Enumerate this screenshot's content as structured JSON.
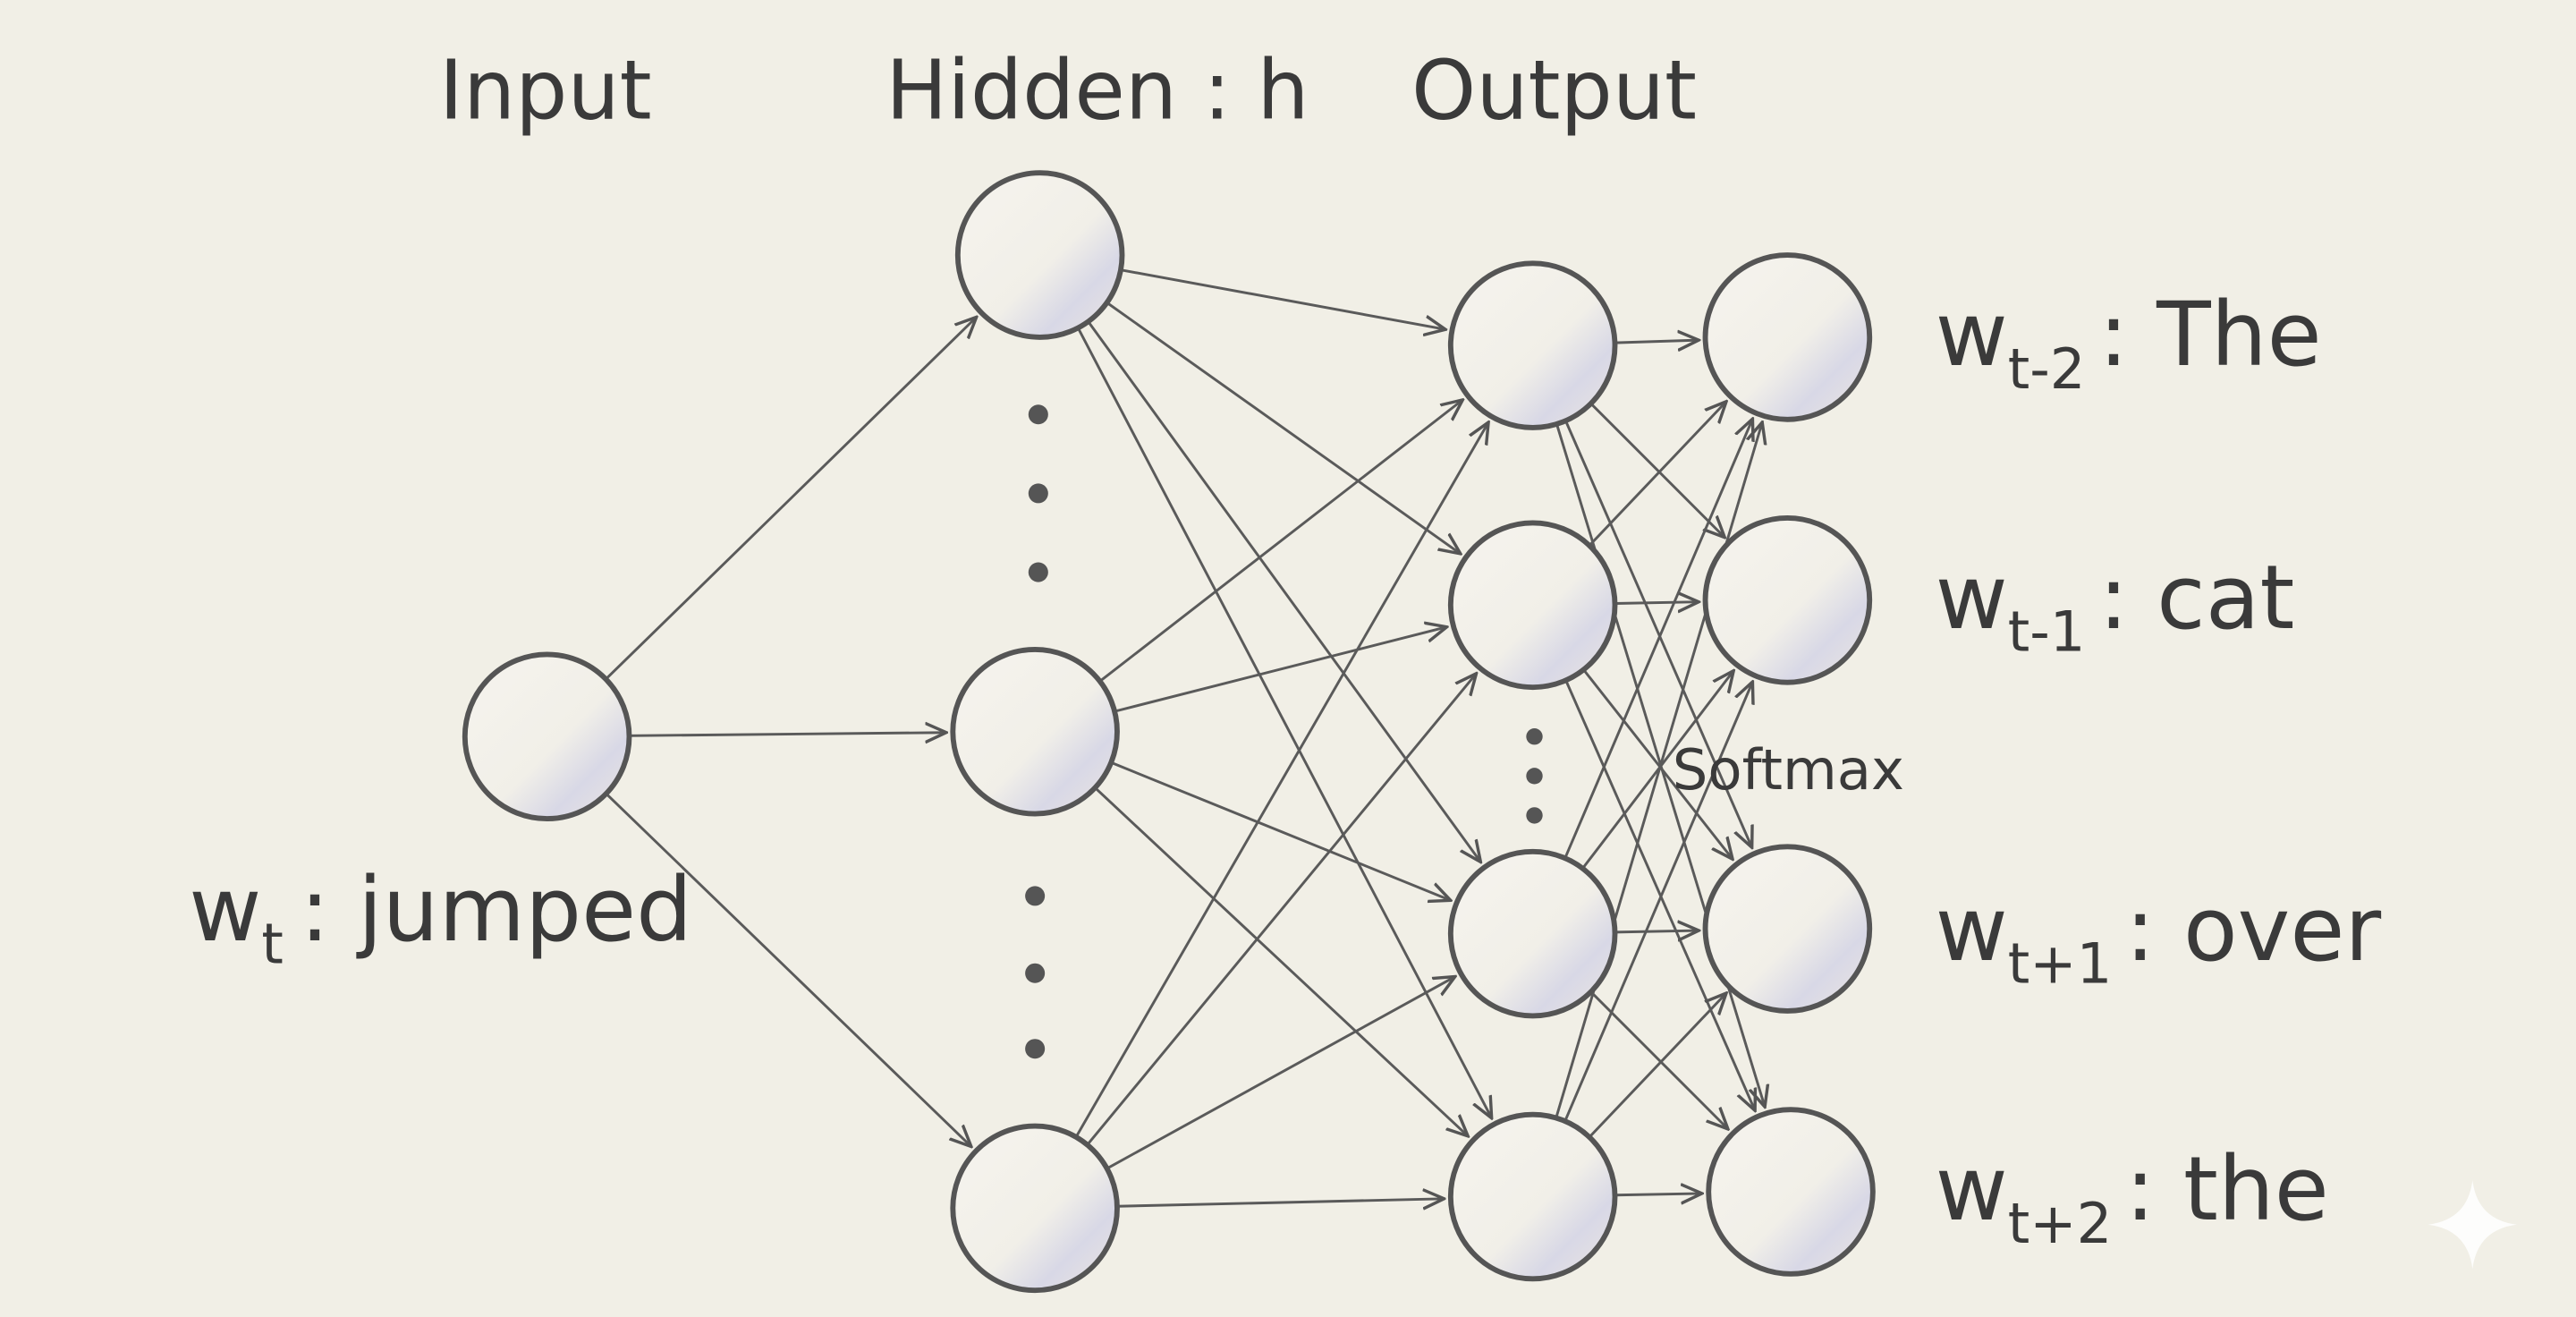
{
  "layers": {
    "input": "Input",
    "hidden": "Hidden : h",
    "output": "Output"
  },
  "input_word": {
    "w": "w",
    "sub": "t",
    "word": ": jumped"
  },
  "softmax_label": "Softmax",
  "outputs": [
    {
      "w": "w",
      "sub": "t-2",
      "word": ": The"
    },
    {
      "w": "w",
      "sub": "t-1",
      "word": ": cat"
    },
    {
      "w": "w",
      "sub": "t+1",
      "word": ": over"
    },
    {
      "w": "w",
      "sub": "t+2",
      "word": ": the"
    }
  ],
  "colors": {
    "paper": "#f1efe6",
    "pencil": "#555555"
  }
}
